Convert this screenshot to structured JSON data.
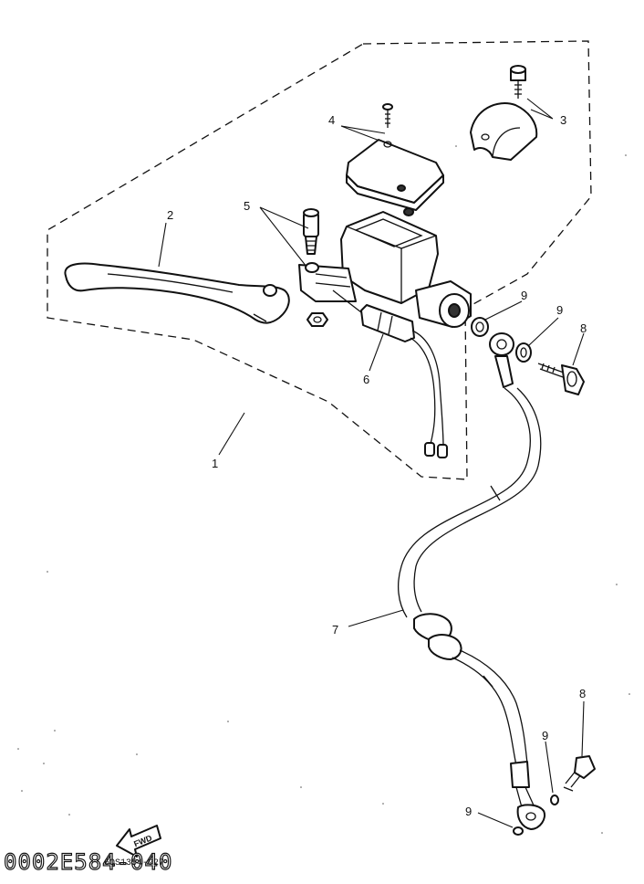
{
  "diagram": {
    "callouts": {
      "c1": "1",
      "c2": "2",
      "c3": "3",
      "c4": "4",
      "c5": "5",
      "c6": "6",
      "c7": "7",
      "c8a": "8",
      "c8b": "8",
      "c9a": "9",
      "c9b": "9",
      "c9c": "9",
      "c9d": "9"
    },
    "fwd_label": "FWD",
    "footer_code": "0002E584-040",
    "footer_sub": "6QS1354-927"
  }
}
